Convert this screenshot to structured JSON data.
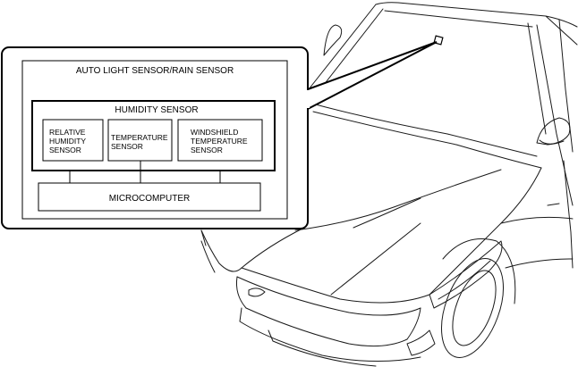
{
  "diagram": {
    "outer_box_title": "AUTO LIGHT SENSOR/RAIN SENSOR",
    "humidity_box_title": "HUMIDITY SENSOR",
    "sensors": [
      {
        "lines": [
          "RELATIVE",
          "HUMIDITY",
          "SENSOR"
        ]
      },
      {
        "lines": [
          "TEMPERATURE",
          "SENSOR"
        ]
      },
      {
        "lines": [
          "WINDSHIELD",
          "TEMPERATURE",
          "SENSOR"
        ]
      }
    ],
    "microcomputer_label": "MICROCOMPUTER"
  },
  "colors": {
    "line": "#000000",
    "car_line": "#1a1a1a",
    "background": "#ffffff"
  },
  "illustration": {
    "subject": "car-front-three-quarter-view",
    "sensor_marker": "windshield-sensor-marker"
  }
}
